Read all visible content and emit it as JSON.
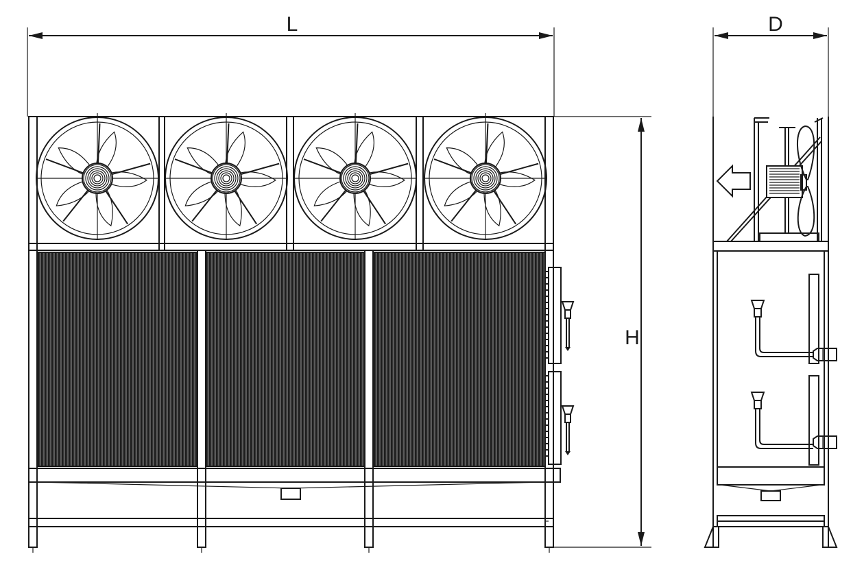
{
  "dimensions": {
    "length": "L",
    "depth": "D",
    "height": "H"
  },
  "views": {
    "front": {
      "fan_count": 4,
      "coil_panel_count": 3,
      "inlet_outlet_pairs": 2
    },
    "side": {
      "airflow_arrow": "left"
    }
  },
  "colors": {
    "line": "#1a1a1a",
    "coil": "#3a3a3a",
    "background": "#ffffff"
  }
}
